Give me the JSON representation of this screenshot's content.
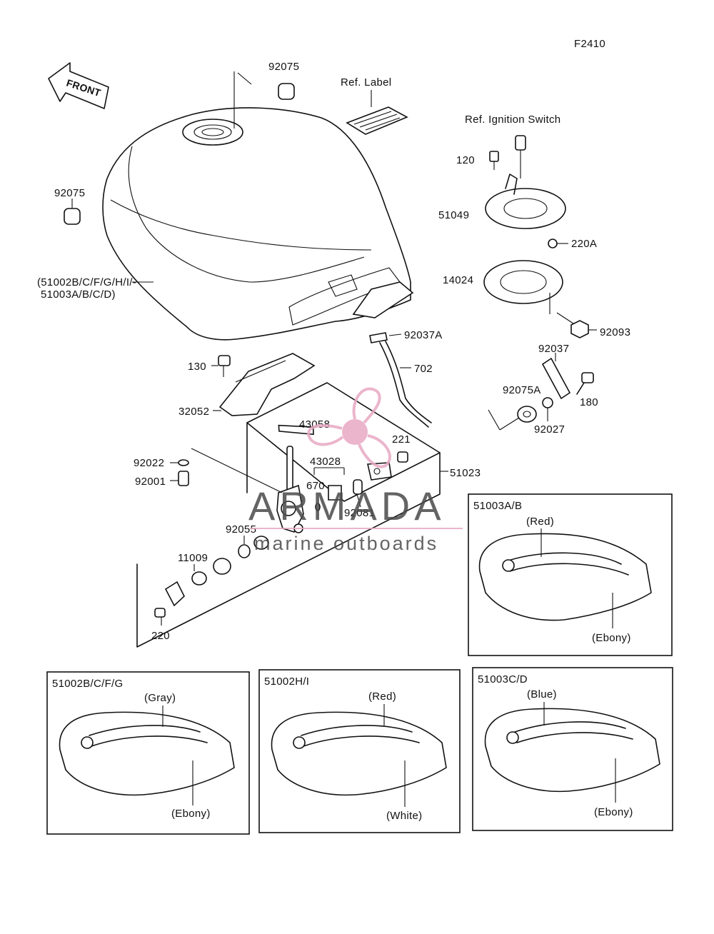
{
  "diagram": {
    "code": "F2410",
    "front_arrow": "FRONT",
    "labels": {
      "p92075_top": "92075",
      "ref_label": "Ref. Label",
      "ref_ignition": "Ref. Ignition Switch",
      "p120": "120",
      "p51049": "51049",
      "p220a": "220A",
      "p14024": "14024",
      "p92093": "92093",
      "p92075_left": "92075",
      "tank_line1": "(51002B/C/F/G/H/I/-",
      "tank_line2": "51003A/B/C/D)",
      "p92037a": "92037A",
      "p702": "702",
      "p92037": "92037",
      "p130": "130",
      "p32052": "32052",
      "p92075a": "92075A",
      "p180": "180",
      "p92027": "92027",
      "p43058": "43058",
      "p221": "221",
      "p92022": "92022",
      "p43028": "43028",
      "p51023": "51023",
      "p92001": "92001",
      "p670": "670",
      "p92081": "92081",
      "p92055": "92055",
      "p11009": "11009",
      "p220": "220"
    },
    "panels": [
      {
        "code": "51003A/B",
        "stripe": "(Red)",
        "body": "(Ebony)"
      },
      {
        "code": "51002B/C/F/G",
        "stripe": "(Gray)",
        "body": "(Ebony)"
      },
      {
        "code": "51002H/I",
        "stripe": "(Red)",
        "body": "(White)"
      },
      {
        "code": "51003C/D",
        "stripe": "(Blue)",
        "body": "(Ebony)"
      }
    ]
  },
  "watermark": {
    "brand": "ARMADA",
    "tagline": "marine outboards",
    "logo_color": "#e8a9c4",
    "text_color": "#4a4a4a"
  }
}
